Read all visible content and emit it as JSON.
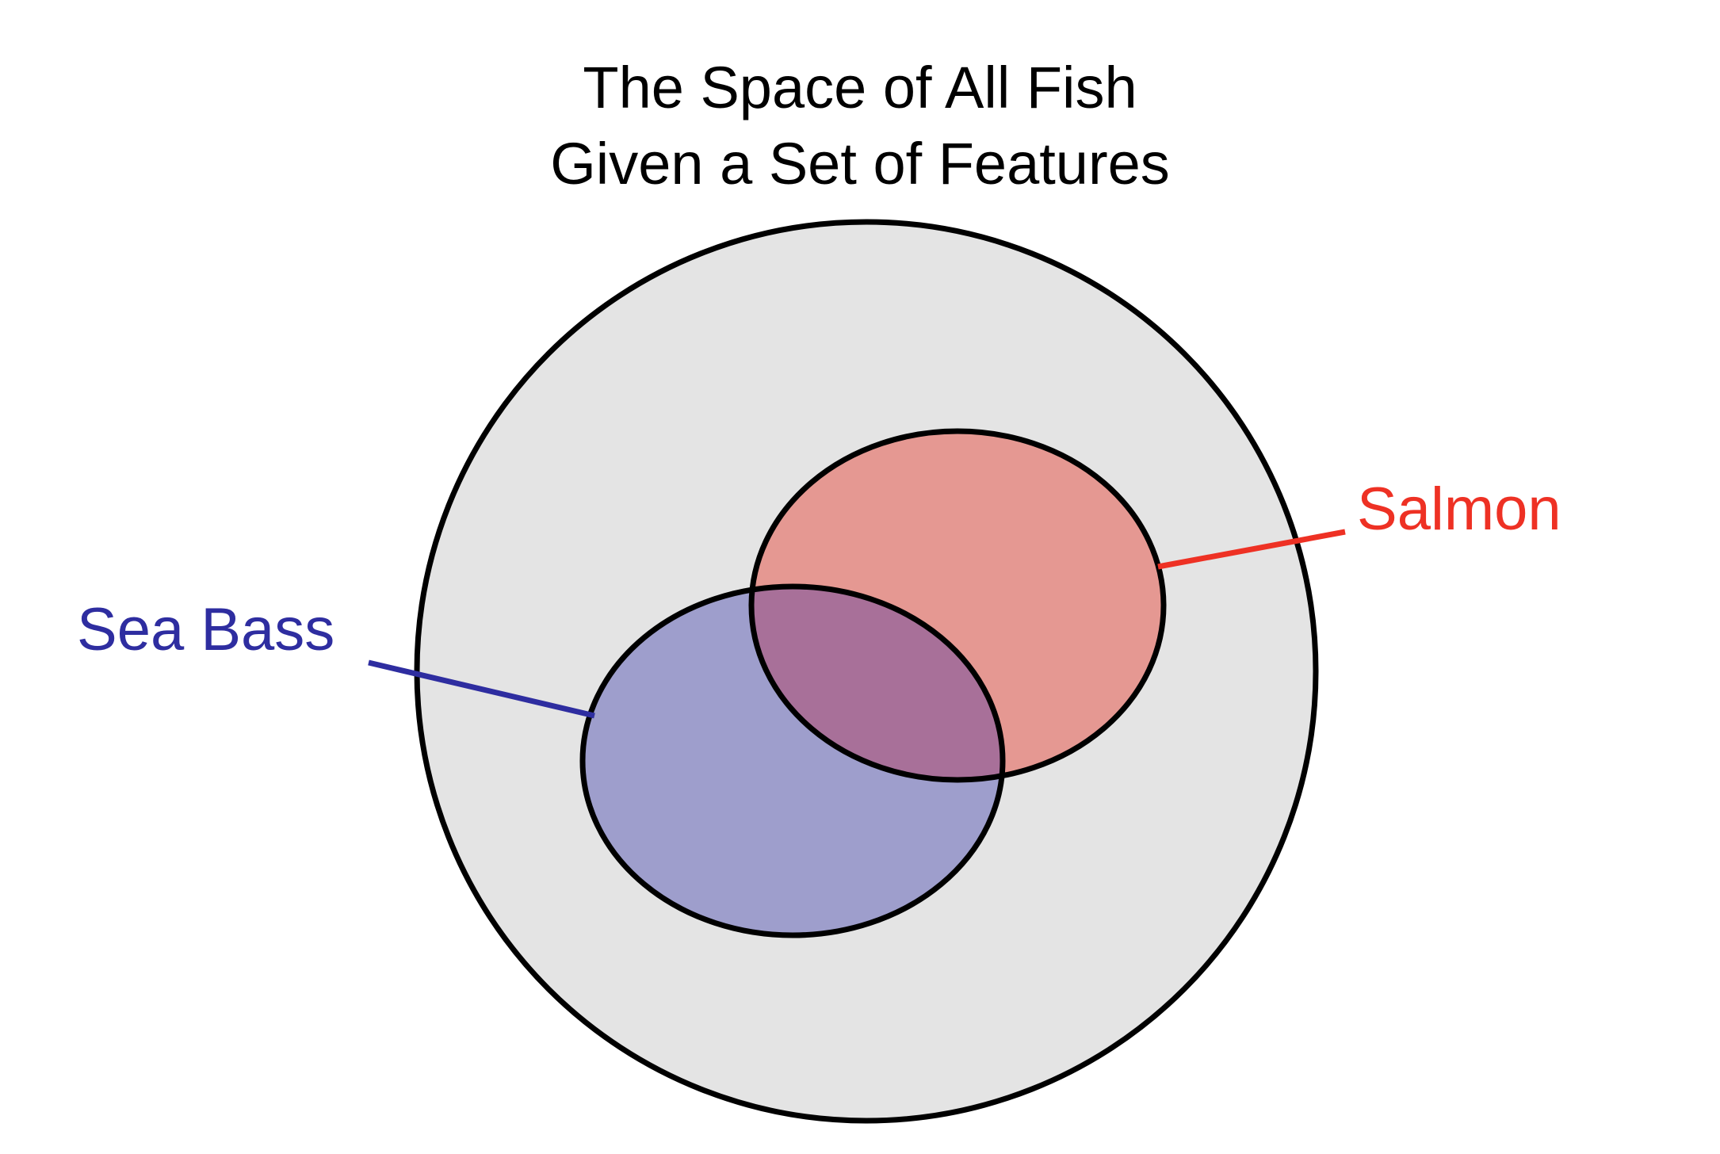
{
  "diagram": {
    "title_lines": [
      "The Space of All Fish",
      "Given a Set of Features"
    ],
    "regions": [
      {
        "id": "all-fish",
        "label": "",
        "fill": "#e4e4e4",
        "stroke": "#000000"
      },
      {
        "id": "salmon",
        "label": "Salmon",
        "fill": "#e5847d",
        "label_color": "#ee3124"
      },
      {
        "id": "sea-bass",
        "label": "Sea Bass",
        "fill": "#8787c4",
        "label_color": "#2e2da0"
      }
    ],
    "overlap_color": "#a87099"
  }
}
